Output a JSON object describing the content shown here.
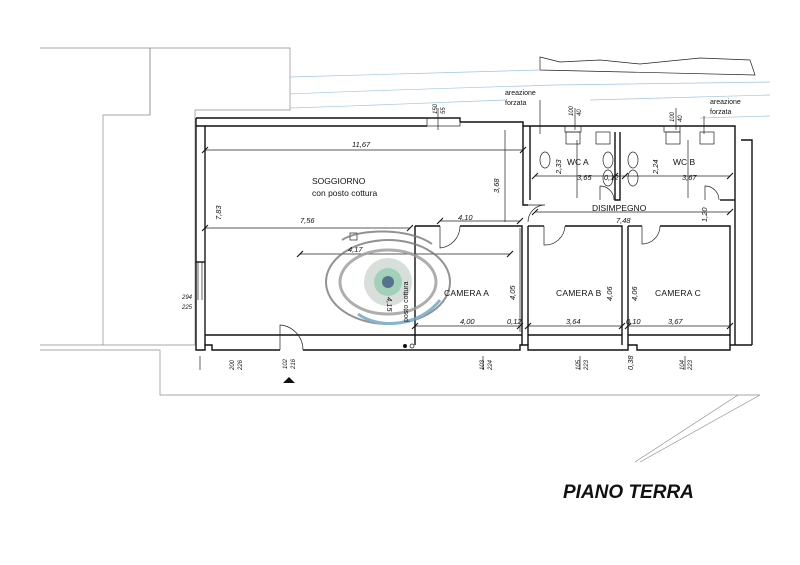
{
  "title": "PIANO TERRA",
  "rooms": {
    "soggiorno": {
      "name": "SOGGIORNO",
      "subtitle": "con posto cottura"
    },
    "wc_a": "WC A",
    "wc_b": "WC B",
    "disimpegno": "DISIMPEGNO",
    "camera_a": "CAMERA A",
    "camera_b": "CAMERA B",
    "camera_c": "CAMERA C"
  },
  "notes": {
    "areazione_left": [
      "areazione",
      "forzata"
    ],
    "areazione_right": [
      "areazione",
      "forzata"
    ],
    "posto_cottura": "posto cottura"
  },
  "dimensions": {
    "soggiorno_width": "11,67",
    "soggiorno_depth": "7,83",
    "soggiorno_inner": "7,56",
    "soggiorno_right": "3,68",
    "soggiorno_mid": "4,10",
    "soggiorno_low": "4,17",
    "soggiorno_side": "4,15",
    "wc_a_height": "2,33",
    "wc_a_width": "3,65",
    "wc_wall": "0,12",
    "wc_b_height": "2,24",
    "wc_b_width": "3,67",
    "disimpegno_width": "7,48",
    "disimpegno_height": "1,20",
    "camera_a_height": "4,05",
    "camera_a_width": "4,00",
    "camera_a_wall": "0,12",
    "camera_b_height": "4,06",
    "camera_b_width": "3,64",
    "camera_bc_wall": "0,10",
    "camera_c_height": "4,06",
    "camera_c_width": "3,67",
    "bottom_wall": "0,38"
  },
  "openings": {
    "top_win_1": [
      "150",
      "55"
    ],
    "top_win_2": [
      "100",
      "40"
    ],
    "top_win_3": [
      "100",
      "40"
    ],
    "left_win": [
      "294",
      "225"
    ],
    "bot_1": [
      "200",
      "226"
    ],
    "bot_2": [
      "102",
      "216"
    ],
    "bot_3": [
      "103",
      "224"
    ],
    "bot_4": [
      "105",
      "223"
    ],
    "bot_5": [
      "104",
      "223"
    ]
  }
}
